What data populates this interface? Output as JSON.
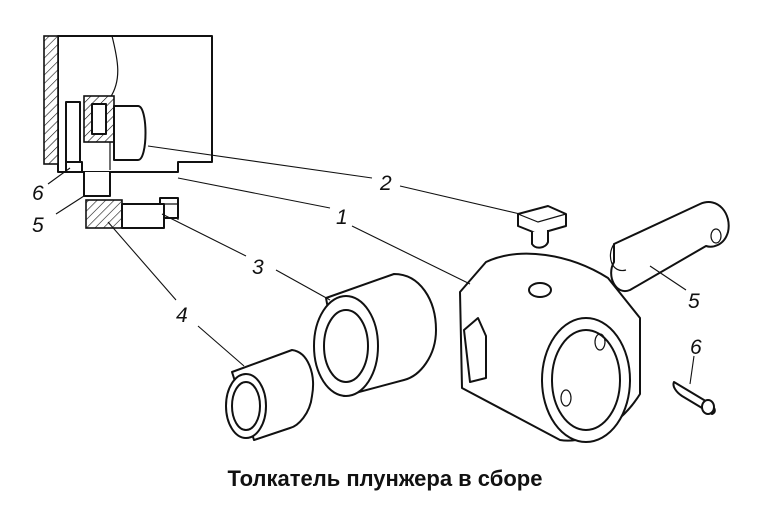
{
  "caption": "Толкатель плунжера в сборе",
  "callouts": {
    "c1": "1",
    "c2": "2",
    "c3": "3",
    "c4": "4",
    "c5_left": "5",
    "c6_left": "6",
    "c5_right": "5",
    "c6_right": "6"
  },
  "colors": {
    "ink": "#111111",
    "background": "#ffffff"
  }
}
